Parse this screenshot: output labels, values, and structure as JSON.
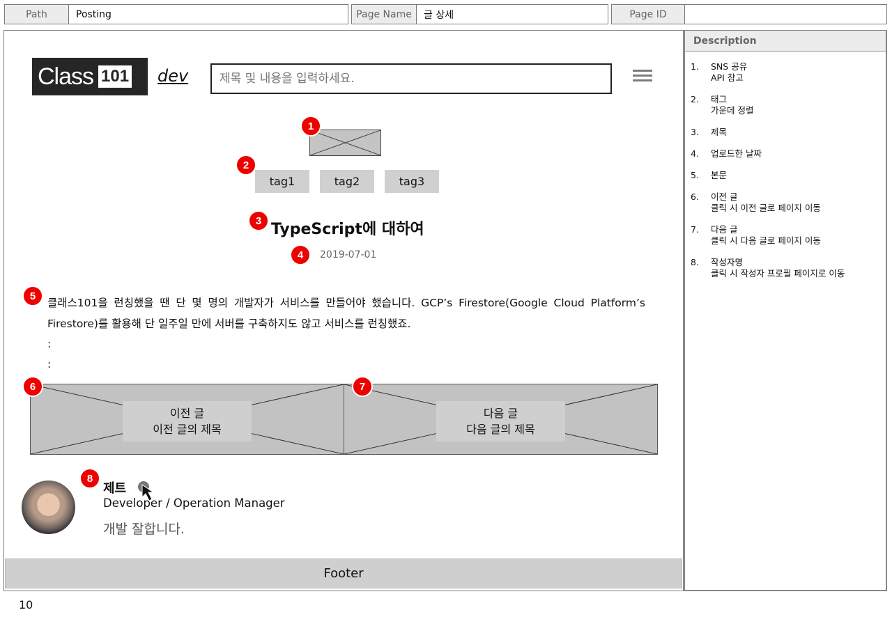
{
  "meta": {
    "path_label": "Path",
    "path_value": "Posting",
    "page_name_label": "Page Name",
    "page_name_value": "글 상세",
    "page_id_label": "Page ID",
    "page_id_value": ""
  },
  "header": {
    "logo_text": "Class",
    "logo_box": "101",
    "dev_label": "dev",
    "search_placeholder": "제목 및 내용을 입력하세요.",
    "menu_icon": "hamburger-menu-icon"
  },
  "post": {
    "tags": [
      "tag1",
      "tag2",
      "tag3"
    ],
    "title": "TypeScript에 대하여",
    "date": "2019-07-01",
    "body_line1": "클래스101을 런칭했을 땐 단 몇 명의 개발자가 서비스를 만들어야 했습니다. GCP’s Firestore(Google Cloud Platform’s Firestore)를 활용해 단 일주일 만에 서버를 구축하지도 않고 서비스를 런칭했죠.",
    "ellipsis1": ":",
    "ellipsis2": ":"
  },
  "navigation": {
    "prev_label": "이전 글",
    "prev_title": "이전 글의 제목",
    "next_label": "다음 글",
    "next_title": "다음 글의 제목"
  },
  "author": {
    "name": "제트",
    "role": "Developer / Operation Manager",
    "bio": "개발 잘합니다."
  },
  "annotations": [
    "1",
    "2",
    "3",
    "4",
    "5",
    "6",
    "7",
    "8"
  ],
  "footer": {
    "label": "Footer"
  },
  "page_number": "10",
  "description": {
    "title": "Description",
    "items": [
      {
        "num": "1.",
        "line1": "SNS 공유",
        "line2": "API 참고"
      },
      {
        "num": "2.",
        "line1": "태그",
        "line2": "가운데 정렬"
      },
      {
        "num": "3.",
        "line1": "제목",
        "line2": ""
      },
      {
        "num": "4.",
        "line1": "업로드한 날짜",
        "line2": ""
      },
      {
        "num": "5.",
        "line1": "본문",
        "line2": ""
      },
      {
        "num": "6.",
        "line1": "이전 글",
        "line2": "클릭 시 이전 글로 페이지 이동"
      },
      {
        "num": "7.",
        "line1": "다음 글",
        "line2": "클릭 시 다음 글로 페이지 이동"
      },
      {
        "num": "8.",
        "line1": "작성자명",
        "line2": "클릭 시 작성자 프로필 페이지로 이동"
      }
    ]
  },
  "colors": {
    "badge": "#ee0000",
    "placeholder_fill": "#c2c2c2",
    "tag_fill": "#d0d0d0",
    "logo_bg": "#262626"
  }
}
